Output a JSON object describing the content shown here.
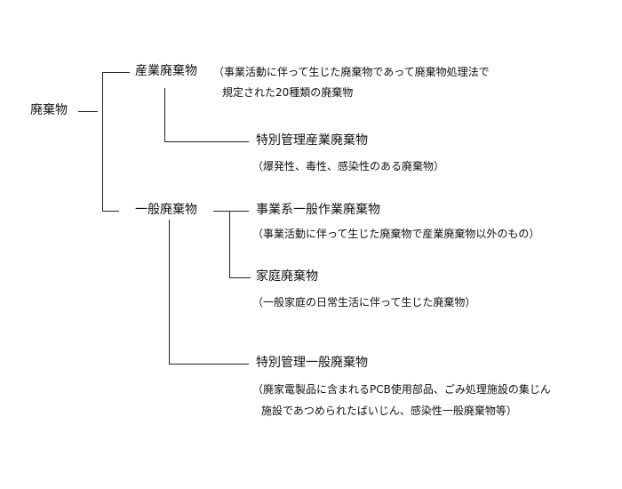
{
  "root": {
    "label": "廃棄物"
  },
  "industrial": {
    "label": "産業廃棄物",
    "note_line1": "（事業活動に伴って生じた廃棄物であって廃棄物処理法で",
    "note_line2": "規定された20種類の廃棄物",
    "special": {
      "label": "特別管理産業廃棄物",
      "note": "（爆発性、毒性、感染性のある廃棄物）"
    }
  },
  "general": {
    "label": "一般廃棄物",
    "business": {
      "label": "事業系一般作業廃棄物",
      "note": "（事業活動に伴って生じた廃棄物で産業廃棄物以外のもの）"
    },
    "household": {
      "label": "家庭廃棄物",
      "note": "（一般家庭の日常生活に伴って生じた廃棄物）"
    },
    "special": {
      "label": "特別管理一般廃棄物",
      "note_line1": "（廃家電製品に含まれるPCB使用部品、ごみ処理施設の集じん",
      "note_line2": "施設であつめられたばいじん、感染性一般廃棄物等）"
    }
  }
}
